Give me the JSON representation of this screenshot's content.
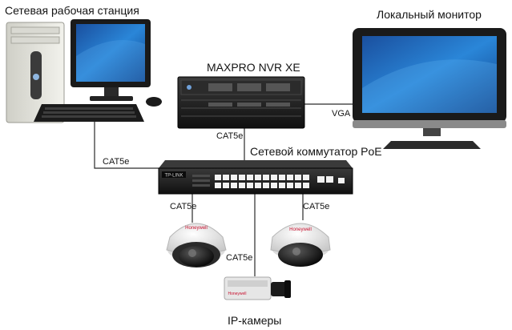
{
  "labels": {
    "workstation": "Сетевая рабочая станция",
    "nvr": "MAXPRO NVR XE",
    "monitor": "Локальный монитор",
    "vga": "VGA",
    "cat5e_nvr": "CAT5e",
    "switch": "Сетевой коммутатор PoE",
    "cat5e_workstation": "CAT5e",
    "cat5e_cam_left": "CAT5e",
    "cat5e_cam_middle": "CAT5e",
    "cat5e_cam_right": "CAT5e",
    "ip_cameras": "IP-камеры"
  },
  "device_branding": {
    "switch_logo": "TP-LINK",
    "camera_logo": "Honeywell"
  },
  "connections": [
    {
      "from": "workstation",
      "to": "switch",
      "cable": "CAT5e"
    },
    {
      "from": "nvr",
      "to": "switch",
      "cable": "CAT5e"
    },
    {
      "from": "nvr",
      "to": "monitor",
      "cable": "VGA"
    },
    {
      "from": "switch",
      "to": "dome-camera-left",
      "cable": "CAT5e"
    },
    {
      "from": "switch",
      "to": "box-camera",
      "cable": "CAT5e"
    },
    {
      "from": "switch",
      "to": "dome-camera-right",
      "cable": "CAT5e"
    }
  ],
  "colors": {
    "line": "#2a2a2a",
    "device_black": "#1c1c1c",
    "monitor_screen": "#1f6fc4",
    "camera_white": "#e9e9e9",
    "brand_red": "#c8102e"
  }
}
